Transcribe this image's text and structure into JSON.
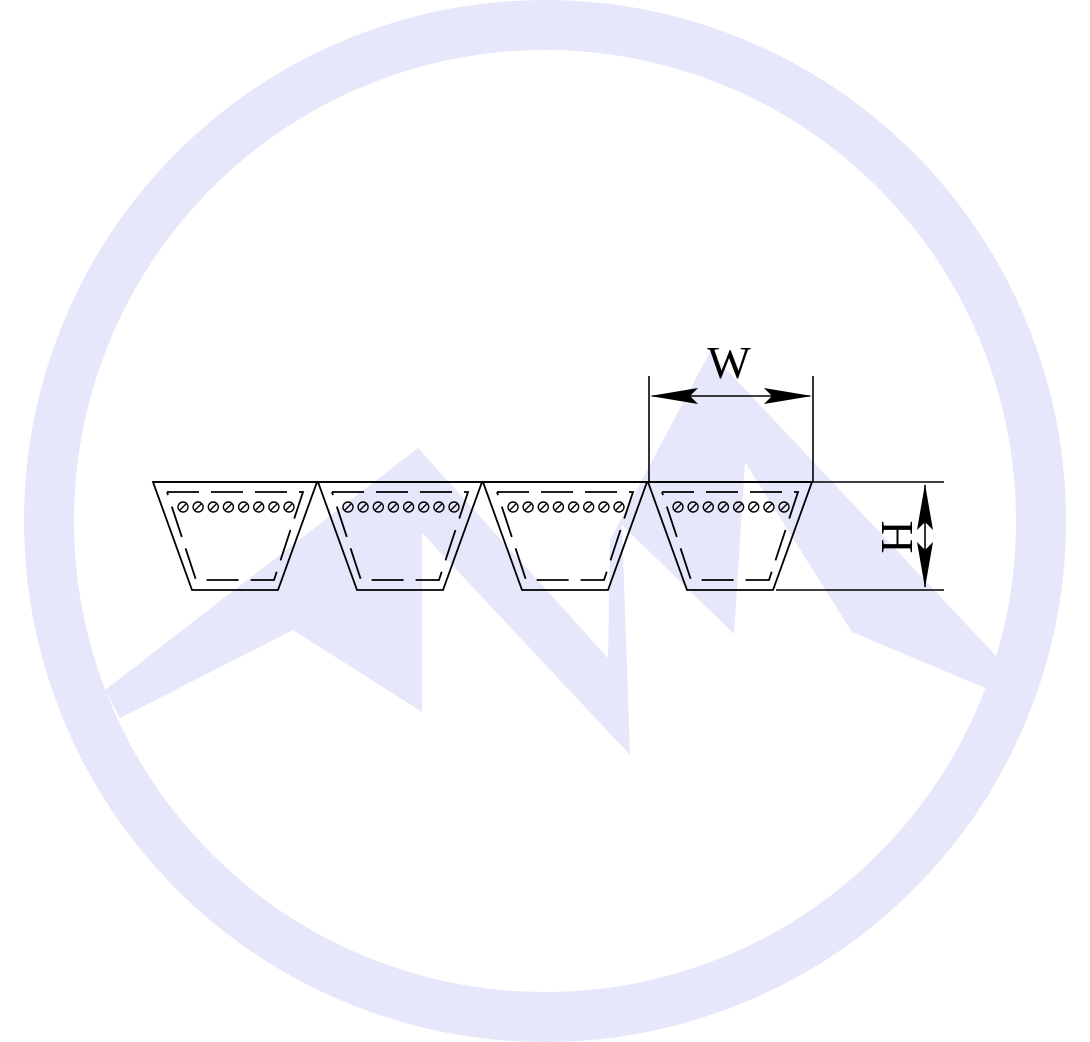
{
  "diagram": {
    "labels": {
      "width": "W",
      "height": "H"
    },
    "belt": {
      "rib_count": 4,
      "cords_per_rib": 8
    },
    "colors": {
      "watermark": "#E6E7FA",
      "line": "#000000",
      "background": "#FFFFFF"
    }
  }
}
